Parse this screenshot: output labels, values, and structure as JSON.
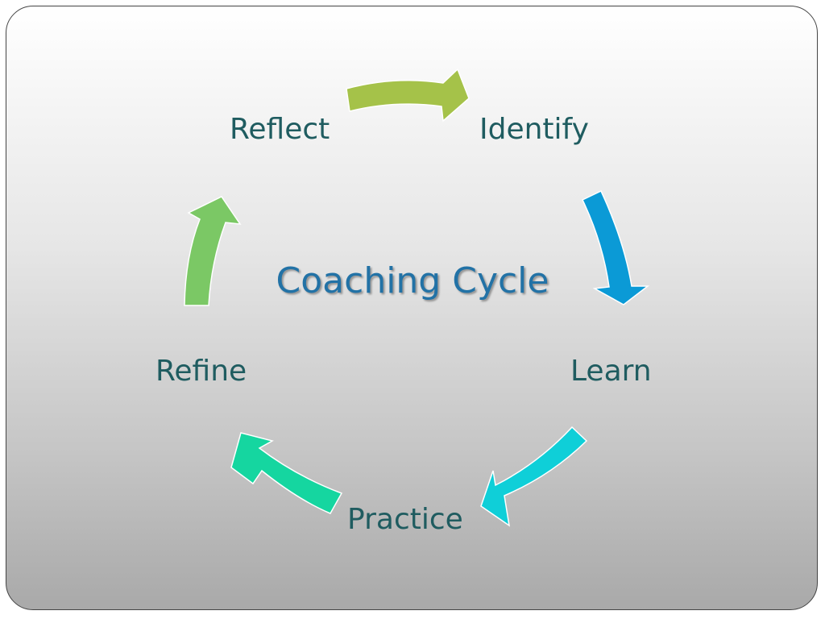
{
  "diagram": {
    "title": "Coaching Cycle",
    "stages": {
      "reflect": "Reflect",
      "identify": "Identify",
      "learn": "Learn",
      "practice": "Practice",
      "refine": "Refine"
    },
    "colors": {
      "reflect_to_identify": "#a5c249",
      "identify_to_learn": "#0b9ad6",
      "learn_to_practice": "#0fcfd8",
      "practice_to_refine": "#15d6a0",
      "refine_to_reflect": "#7bc865",
      "stage_text": "#1f5c60",
      "title_text": "#2272a6"
    }
  }
}
